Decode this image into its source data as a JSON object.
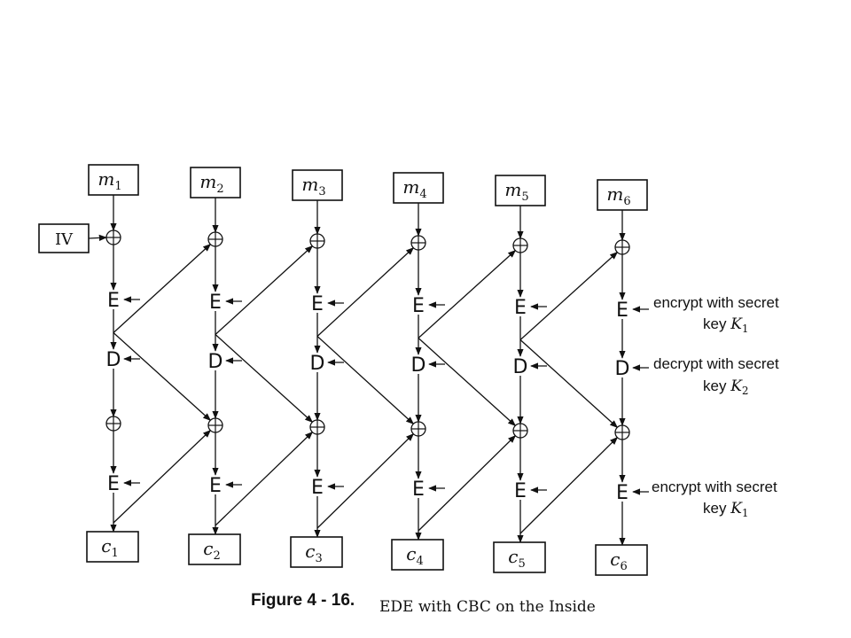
{
  "blocks": [
    {
      "m": "m",
      "m_sub": "1",
      "c": "c",
      "c_sub": "1"
    },
    {
      "m": "m",
      "m_sub": "2",
      "c": "c",
      "c_sub": "2"
    },
    {
      "m": "m",
      "m_sub": "3",
      "c": "c",
      "c_sub": "3"
    },
    {
      "m": "m",
      "m_sub": "4",
      "c": "c",
      "c_sub": "4"
    },
    {
      "m": "m",
      "m_sub": "5",
      "c": "c",
      "c_sub": "5"
    },
    {
      "m": "m",
      "m_sub": "6",
      "c": "c",
      "c_sub": "6"
    }
  ],
  "iv_label": "IV",
  "ops": {
    "encrypt": "E",
    "decrypt": "D"
  },
  "annotations": {
    "e1_line1": "encrypt with secret",
    "e1_line2": "key ",
    "e1_key": "K",
    "e1_sub": "1",
    "d_line1": "decrypt with secret",
    "d_line2": "key ",
    "d_key": "K",
    "d_sub": "2",
    "e2_line1": "encrypt with secret",
    "e2_line2": "key ",
    "e2_key": "K",
    "e2_sub": "1"
  },
  "caption": {
    "figure_label": "Figure 4 - 16.",
    "text": "EDE with CBC on the Inside"
  }
}
